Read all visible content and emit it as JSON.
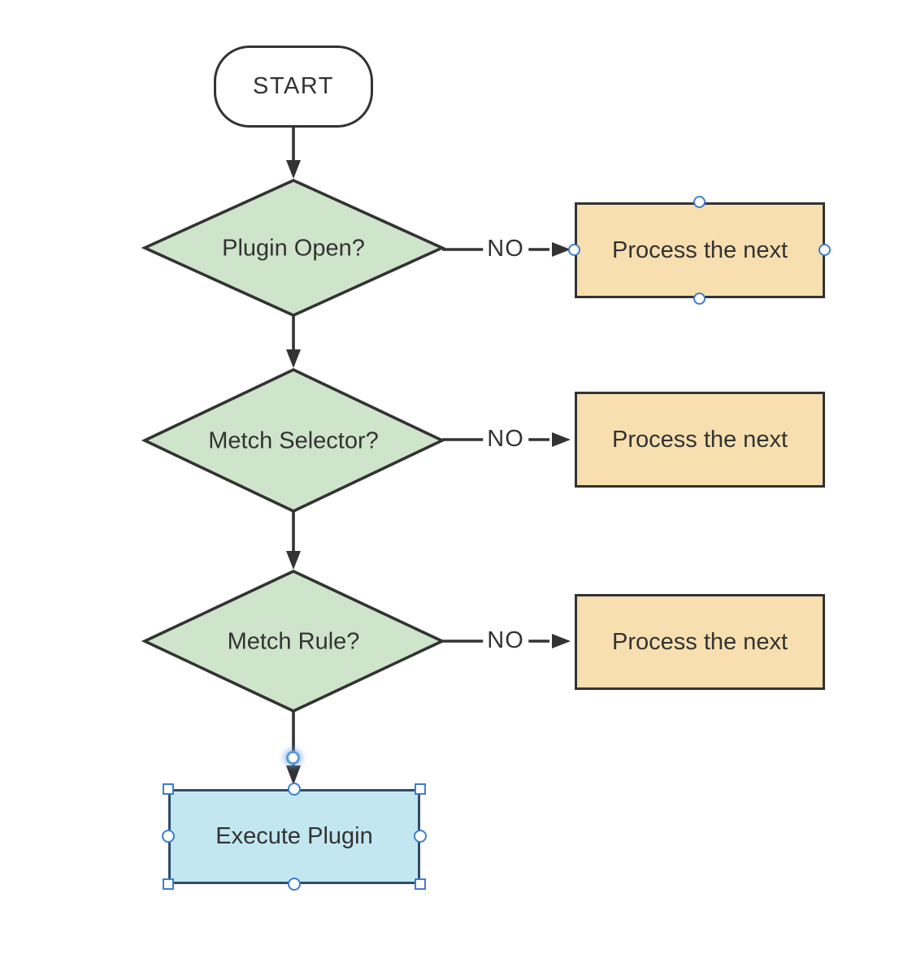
{
  "app": {
    "type": "flowchart-editor"
  },
  "colors": {
    "canvas_bg": "#ffffff",
    "stroke": "#333333",
    "text": "#333333",
    "terminator_fill": "#ffffff",
    "decision_fill": "#cfe5cb",
    "process_fill": "#f7dfb0",
    "selected_fill": "#c3e7f1",
    "selected_stroke": "#2e4d6e",
    "handle_fill": "#ffffff",
    "handle_stroke": "#3f7dcb",
    "glow": "#5b9bd5"
  },
  "nodes": {
    "start": {
      "label": "START",
      "type": "terminator"
    },
    "decision1": {
      "label": "Plugin Open?",
      "type": "decision"
    },
    "process1": {
      "label": "Process the next",
      "type": "process"
    },
    "decision2": {
      "label": "Metch Selector?",
      "type": "decision"
    },
    "process2": {
      "label": "Process the next",
      "type": "process"
    },
    "decision3": {
      "label": "Metch Rule?",
      "type": "decision"
    },
    "process3": {
      "label": "Process the next",
      "type": "process"
    },
    "execute": {
      "label": "Execute Plugin",
      "type": "process",
      "selected": "true"
    }
  },
  "edges": {
    "no1": {
      "label": "NO"
    },
    "no2": {
      "label": "NO"
    },
    "no3": {
      "label": "NO"
    }
  }
}
